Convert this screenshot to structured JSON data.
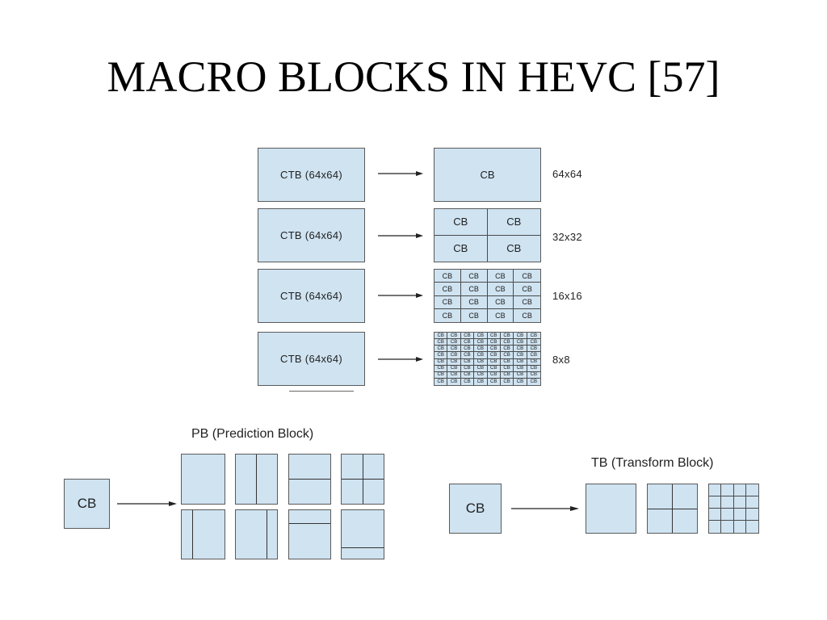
{
  "title": "MACRO BLOCKS IN HEVC [57]",
  "top": {
    "ctb_label": "CTB (64x64)",
    "cb_label": "CB",
    "rows": [
      {
        "size": "64x64",
        "grid": 1
      },
      {
        "size": "32x32",
        "grid": 2
      },
      {
        "size": "16x16",
        "grid": 4
      },
      {
        "size": "8x8",
        "grid": 8
      }
    ]
  },
  "prediction": {
    "caption": "PB (Prediction Block)",
    "source": "CB"
  },
  "transform": {
    "caption": "TB (Transform Block)",
    "source": "CB"
  },
  "colors": {
    "block_fill": "#cfe3f1",
    "border": "#5a5a5a"
  }
}
